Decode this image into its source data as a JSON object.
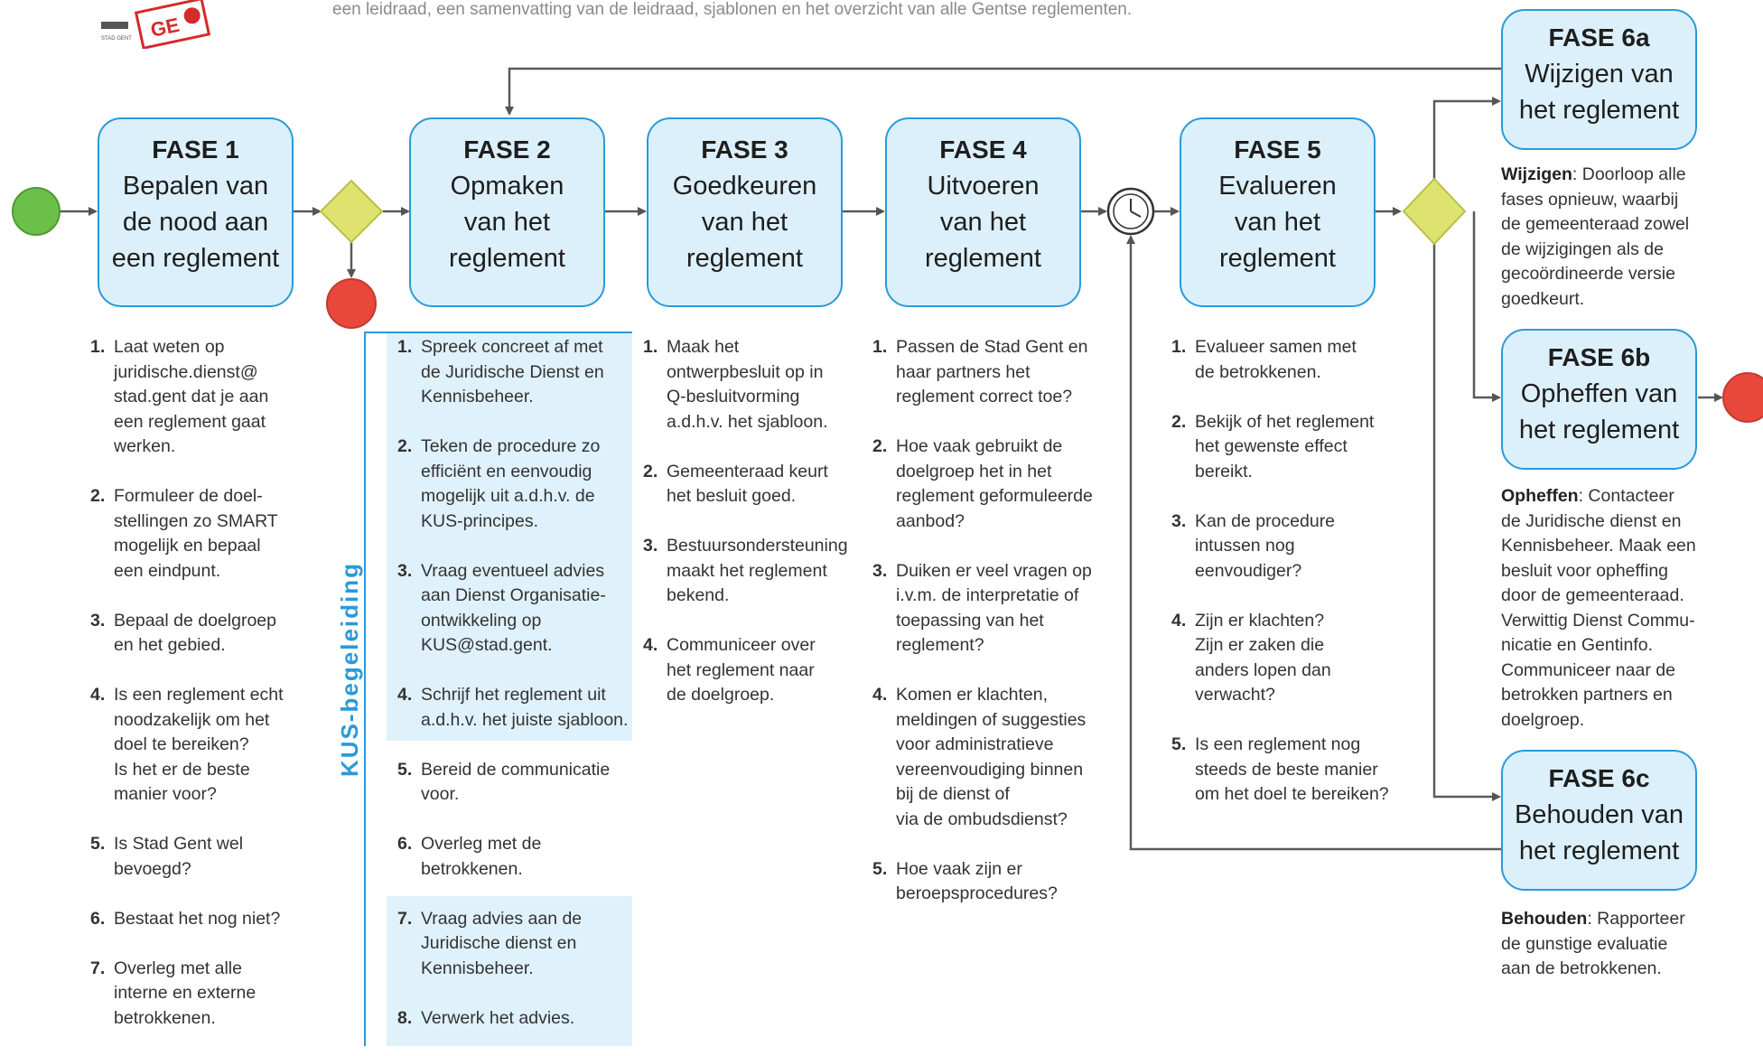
{
  "header": {
    "intro_text": "een leidraad, een samenvatting van de leidraad, sjablonen en het overzicht van alle Gentse reglementen.",
    "logo_text": "GE",
    "logo_small_text": "STAD GENT"
  },
  "phases": {
    "f1": {
      "title": "FASE 1",
      "lines": [
        "Bepalen van",
        "de nood aan",
        "een reglement"
      ]
    },
    "f2": {
      "title": "FASE 2",
      "lines": [
        "Opmaken",
        "van het",
        "reglement"
      ]
    },
    "f3": {
      "title": "FASE 3",
      "lines": [
        "Goedkeuren",
        "van het",
        "reglement"
      ]
    },
    "f4": {
      "title": "FASE 4",
      "lines": [
        "Uitvoeren",
        "van het",
        "reglement"
      ]
    },
    "f5": {
      "title": "FASE 5",
      "lines": [
        "Evalueren",
        "van het",
        "reglement"
      ]
    },
    "f6a": {
      "title": "FASE 6a",
      "lines": [
        "Wijzigen van",
        "het reglement"
      ]
    },
    "f6b": {
      "title": "FASE 6b",
      "lines": [
        "Opheffen van",
        "het reglement"
      ]
    },
    "f6c": {
      "title": "FASE 6c",
      "lines": [
        "Behouden van",
        "het reglement"
      ]
    }
  },
  "kus": {
    "label": "KUS-begeleiding"
  },
  "steps": {
    "f1": [
      {
        "num": "1.",
        "lines": [
          "Laat weten op",
          "juridische.dienst@",
          "stad.gent dat je aan",
          "een reglement gaat",
          "werken."
        ]
      },
      {
        "num": "2.",
        "lines": [
          "Formuleer de doel-",
          "stellingen zo SMART",
          "mogelijk en bepaal",
          "een eindpunt."
        ]
      },
      {
        "num": "3.",
        "lines": [
          "Bepaal de doelgroep",
          "en het gebied."
        ]
      },
      {
        "num": "4.",
        "lines": [
          "Is een reglement echt",
          "noodzakelijk om het",
          "doel te bereiken?",
          "Is het er de beste",
          "manier voor?"
        ]
      },
      {
        "num": "5.",
        "lines": [
          "Is Stad Gent wel bevoegd?"
        ]
      },
      {
        "num": "6.",
        "lines": [
          "Bestaat het nog niet?"
        ]
      },
      {
        "num": "7.",
        "lines": [
          "Overleg met alle",
          "interne en externe",
          "betrokkenen."
        ]
      }
    ],
    "f2": [
      {
        "num": "1.",
        "lines": [
          "Spreek concreet af met",
          "de Juridische Dienst en",
          "Kennisbeheer."
        ]
      },
      {
        "num": "2.",
        "lines": [
          "Teken de procedure zo",
          "efficiënt en eenvoudig",
          "mogelijk uit a.d.h.v. de",
          "KUS-principes."
        ]
      },
      {
        "num": "3.",
        "lines": [
          "Vraag eventueel advies",
          "aan Dienst Organisatie-",
          "ontwikkeling op",
          "KUS@stad.gent."
        ]
      },
      {
        "num": "4.",
        "lines": [
          "Schrijf het reglement uit",
          "a.d.h.v. het juiste sjabloon."
        ]
      },
      {
        "num": "5.",
        "lines": [
          "Bereid de communicatie",
          "voor."
        ]
      },
      {
        "num": "6.",
        "lines": [
          "Overleg met de",
          "betrokkenen."
        ]
      },
      {
        "num": "7.",
        "lines": [
          "Vraag advies aan de",
          "Juridische dienst en",
          "Kennisbeheer."
        ]
      },
      {
        "num": "8.",
        "lines": [
          "Verwerk het advies."
        ]
      }
    ],
    "f3": [
      {
        "num": "1.",
        "lines": [
          "Maak het",
          "ontwerpbesluit op in",
          "Q-besluitvorming",
          "a.d.h.v. het sjabloon."
        ]
      },
      {
        "num": "2.",
        "lines": [
          "Gemeenteraad keurt",
          "het besluit goed."
        ]
      },
      {
        "num": "3.",
        "lines": [
          "Bestuursondersteuning",
          "maakt het reglement",
          "bekend."
        ]
      },
      {
        "num": "4.",
        "lines": [
          "Communiceer over",
          "het reglement naar",
          "de doelgroep."
        ]
      }
    ],
    "f4": [
      {
        "num": "1.",
        "lines": [
          "Passen de Stad Gent en",
          "haar partners het",
          "reglement correct toe?"
        ]
      },
      {
        "num": "2.",
        "lines": [
          "Hoe vaak gebruikt de",
          "doelgroep het in het",
          "reglement geformuleerde",
          "aanbod?"
        ]
      },
      {
        "num": "3.",
        "lines": [
          "Duiken er veel vragen op",
          "i.v.m. de interpretatie of",
          "toepassing van het",
          "reglement?"
        ]
      },
      {
        "num": "4.",
        "lines": [
          "Komen er klachten,",
          "meldingen of suggesties",
          "voor administratieve",
          "vereenvoudiging binnen",
          "bij de dienst of",
          "via de ombudsdienst?"
        ]
      },
      {
        "num": "5.",
        "lines": [
          "Hoe vaak zijn er",
          "beroepsprocedures?"
        ]
      }
    ],
    "f5": [
      {
        "num": "1.",
        "lines": [
          "Evalueer samen met",
          "de betrokkenen."
        ]
      },
      {
        "num": "2.",
        "lines": [
          "Bekijk of het reglement",
          "het gewenste effect",
          "bereikt."
        ]
      },
      {
        "num": "3.",
        "lines": [
          "Kan de procedure",
          "intussen nog",
          "eenvoudiger?"
        ]
      },
      {
        "num": "4.",
        "lines": [
          "Zijn er klachten?",
          "Zijn er zaken die",
          "anders lopen dan",
          "verwacht?"
        ]
      },
      {
        "num": "5.",
        "lines": [
          "Is een reglement nog",
          "steeds de beste manier",
          "om het doel te bereiken?"
        ]
      }
    ]
  },
  "notes": {
    "f6a": {
      "bold": "Wijzigen",
      "lines": [
        ": Doorloop alle",
        "fases opnieuw, waarbij",
        "de gemeenteraad zowel",
        "de wijzigingen als de",
        "gecoördineerde versie",
        "goedkeurt."
      ]
    },
    "f6b": {
      "bold": "Opheffen",
      "lines": [
        ": Contacteer",
        "de Juridische dienst en",
        "Kennisbeheer. Maak een",
        "besluit voor opheffing",
        "door de gemeenteraad.",
        "Verwittig Dienst Commu-",
        "nicatie en Gentinfo.",
        "Communiceer naar de",
        "betrokken partners en",
        "doelgroep."
      ]
    },
    "f6c": {
      "bold": "Behouden",
      "lines": [
        ": Rapporteer",
        "de gunstige evaluatie",
        "aan de betrokkenen."
      ]
    }
  },
  "colors": {
    "phase_fill": "#dcf0fb",
    "phase_border": "#2b9ad8",
    "start_event": "#6cc04a",
    "end_event": "#e8473b",
    "gateway": "#dde36e",
    "kus_accent": "#2b9ad8",
    "logo_red": "#d42a2a"
  },
  "icons": {
    "start": "start-event-circle",
    "end": "end-event-circle",
    "gateway": "exclusive-gateway-diamond",
    "timer": "timer-clock-icon"
  }
}
